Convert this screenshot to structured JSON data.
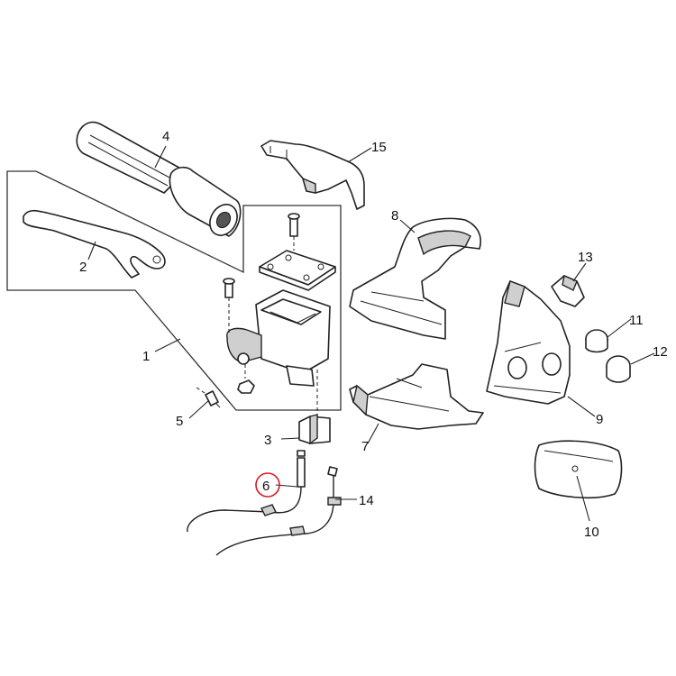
{
  "diagram": {
    "highlighted_part": "6",
    "highlight_color": "#d71920",
    "callouts": [
      {
        "id": "c1",
        "label": "1"
      },
      {
        "id": "c2",
        "label": "2"
      },
      {
        "id": "c3",
        "label": "3"
      },
      {
        "id": "c4",
        "label": "4"
      },
      {
        "id": "c5",
        "label": "5"
      },
      {
        "id": "c6",
        "label": "6"
      },
      {
        "id": "c7",
        "label": "7"
      },
      {
        "id": "c8",
        "label": "8"
      },
      {
        "id": "c9",
        "label": "9"
      },
      {
        "id": "c10",
        "label": "10"
      },
      {
        "id": "c11",
        "label": "11"
      },
      {
        "id": "c12",
        "label": "12"
      },
      {
        "id": "c13",
        "label": "13"
      },
      {
        "id": "c14",
        "label": "14"
      },
      {
        "id": "c15",
        "label": "15"
      }
    ]
  }
}
